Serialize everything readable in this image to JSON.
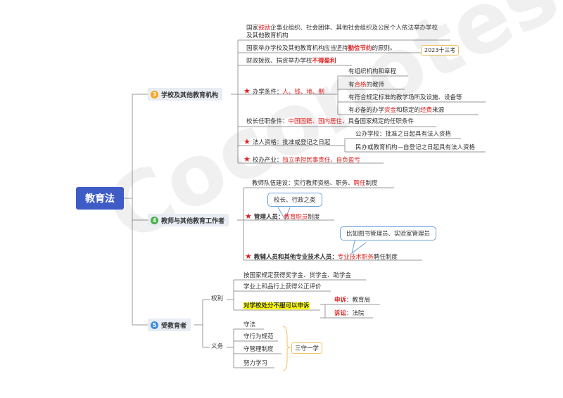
{
  "root": "教育法",
  "watermark": "Coconotes",
  "colors": {
    "root": "#3f5cc6",
    "b3": "#f5a623",
    "b4": "#4caf50",
    "b5": "#3f8de0",
    "red": "#e02020",
    "line": "#999999"
  },
  "b3": {
    "num": "3",
    "label": "学校及其他教育机构",
    "l1a": "国家",
    "l1b": "鼓励",
    "l1c": "企事业组织、社会团体、其他社会组织及公民个人依法举办学校",
    "l1d": "及其他教育机构",
    "l2a": "国家举办学校及其他教育机构应当坚持",
    "l2b": "勤俭节约",
    "l2c": "的原则。",
    "l2tag": "2023十三考",
    "l3a": "财政拨款、捐资举办学校",
    "l3b": "不得盈利",
    "l4a": "办学条件：",
    "l4b": "人、钱、地、制",
    "l4s": [
      "有组织机构和章程",
      "有合格的教师",
      "有符合规定标准的教学场所及设施、设备等",
      "有必备的办学资金和稳定的经费来源"
    ],
    "l4s2a": "有",
    "l4s2b": "合格",
    "l4s2c": "的教师",
    "l4s4a": "有必备的办学",
    "l4s4b": "资金",
    "l4s4c": "和稳定的",
    "l4s4d": "经费",
    "l4s4e": "来源",
    "l5a": "校长任职条件：",
    "l5b": "中国国籍、国内居住",
    "l5c": "、具备国家规定的任职条件",
    "l6": "法人资格：批准或登记之日起",
    "l6s": [
      "公办学校：批准之日起具有法人资格",
      "民办或教育机构—自登记之日起具有法人资格"
    ],
    "l7a": "校办产业：",
    "l7b": "独立承担民事责任、自负盈亏"
  },
  "b4": {
    "num": "4",
    "label": "教师与其他教育工作者",
    "l1a": "教师队伍建设：实行教师资格、职务、",
    "l1b": "聘任",
    "l1c": "制度",
    "bubble1": "校长、行政之类",
    "l2a": "管理人员：",
    "l2b": "教育职员",
    "l2c": "制度",
    "bubble2": "比如图书管理员、实验室管理员",
    "l3a": "教辅人员和其他专业技术人员：",
    "l3b": "专业技术职务",
    "l3c": "聘任制度"
  },
  "b5": {
    "num": "5",
    "label": "受教育者",
    "rights": "权利",
    "r1": "按国家规定获得奖学金、贷学金、助学金",
    "r2": "学业上和品行上获得公正评价",
    "r3": "对学校处分不服可以申诉",
    "r3s1a": "申诉",
    "r3s1b": "：教育局",
    "r3s2a": "诉讼",
    "r3s2b": "：法院",
    "duties": "义务",
    "d": [
      "守法",
      "守行为规范",
      "守管理制度",
      "努力学习"
    ],
    "dsum": "三守一学"
  }
}
